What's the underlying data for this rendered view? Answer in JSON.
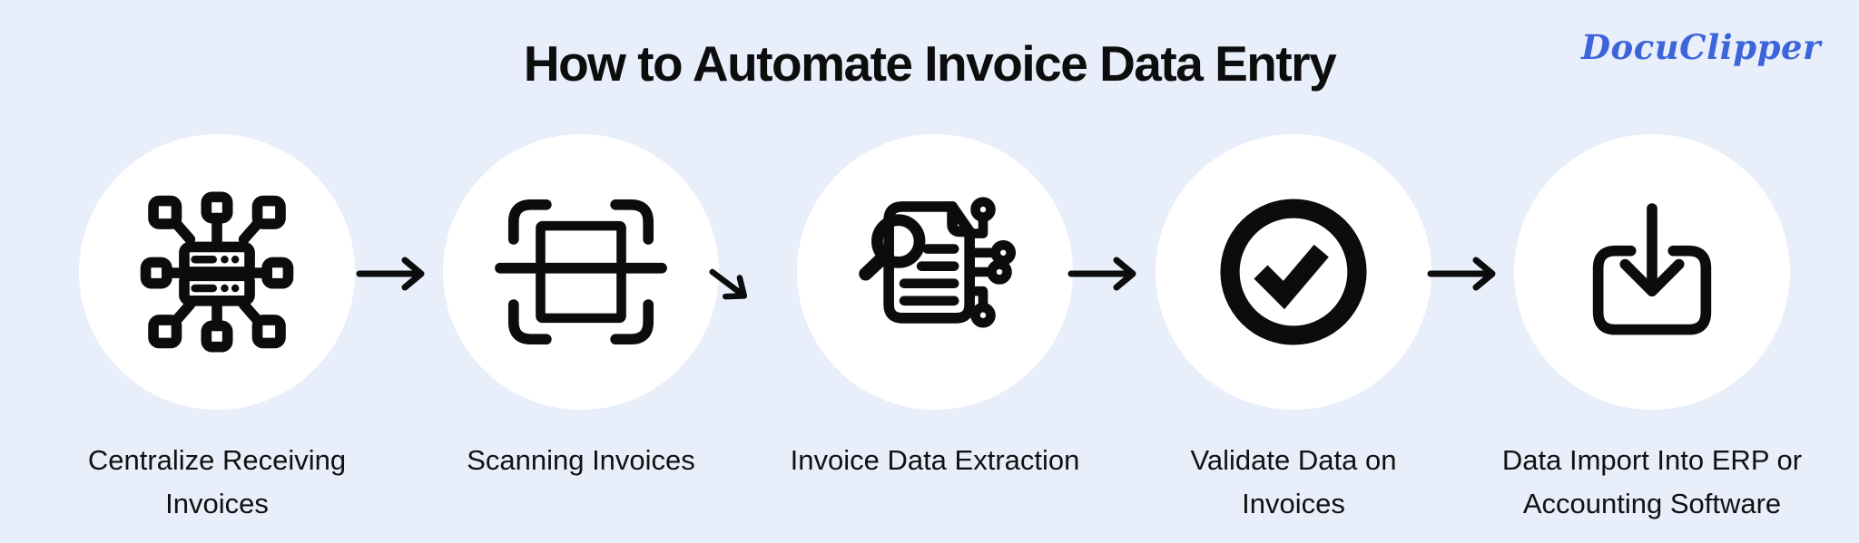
{
  "header": {
    "title": "How to Automate Invoice Data Entry",
    "brand": "DocuClipper"
  },
  "steps": [
    {
      "name": "centralize-receiving-invoices",
      "label": "Centralize Receiving\nInvoices",
      "icon": "hub-network-icon"
    },
    {
      "name": "scanning-invoices",
      "label": "Scanning Invoices",
      "icon": "scan-frame-icon"
    },
    {
      "name": "invoice-data-extraction",
      "label": "Invoice Data Extraction",
      "icon": "document-search-circuit-icon"
    },
    {
      "name": "validate-data-on-invoices",
      "label": "Validate Data on\nInvoices",
      "icon": "check-circle-icon"
    },
    {
      "name": "data-import-erp",
      "label": "Data Import Into ERP or\nAccounting Software",
      "icon": "import-tray-icon"
    }
  ],
  "connectors": [
    {
      "icon": "arrow-right-icon"
    },
    {
      "icon": "arrow-down-right-icon"
    },
    {
      "icon": "arrow-right-icon"
    },
    {
      "icon": "arrow-right-icon"
    }
  ],
  "colors": {
    "background": "#E8EEFA",
    "circle": "#FFFFFF",
    "ink": "#0C0C0C",
    "brand_blue": "#3D64DB"
  }
}
